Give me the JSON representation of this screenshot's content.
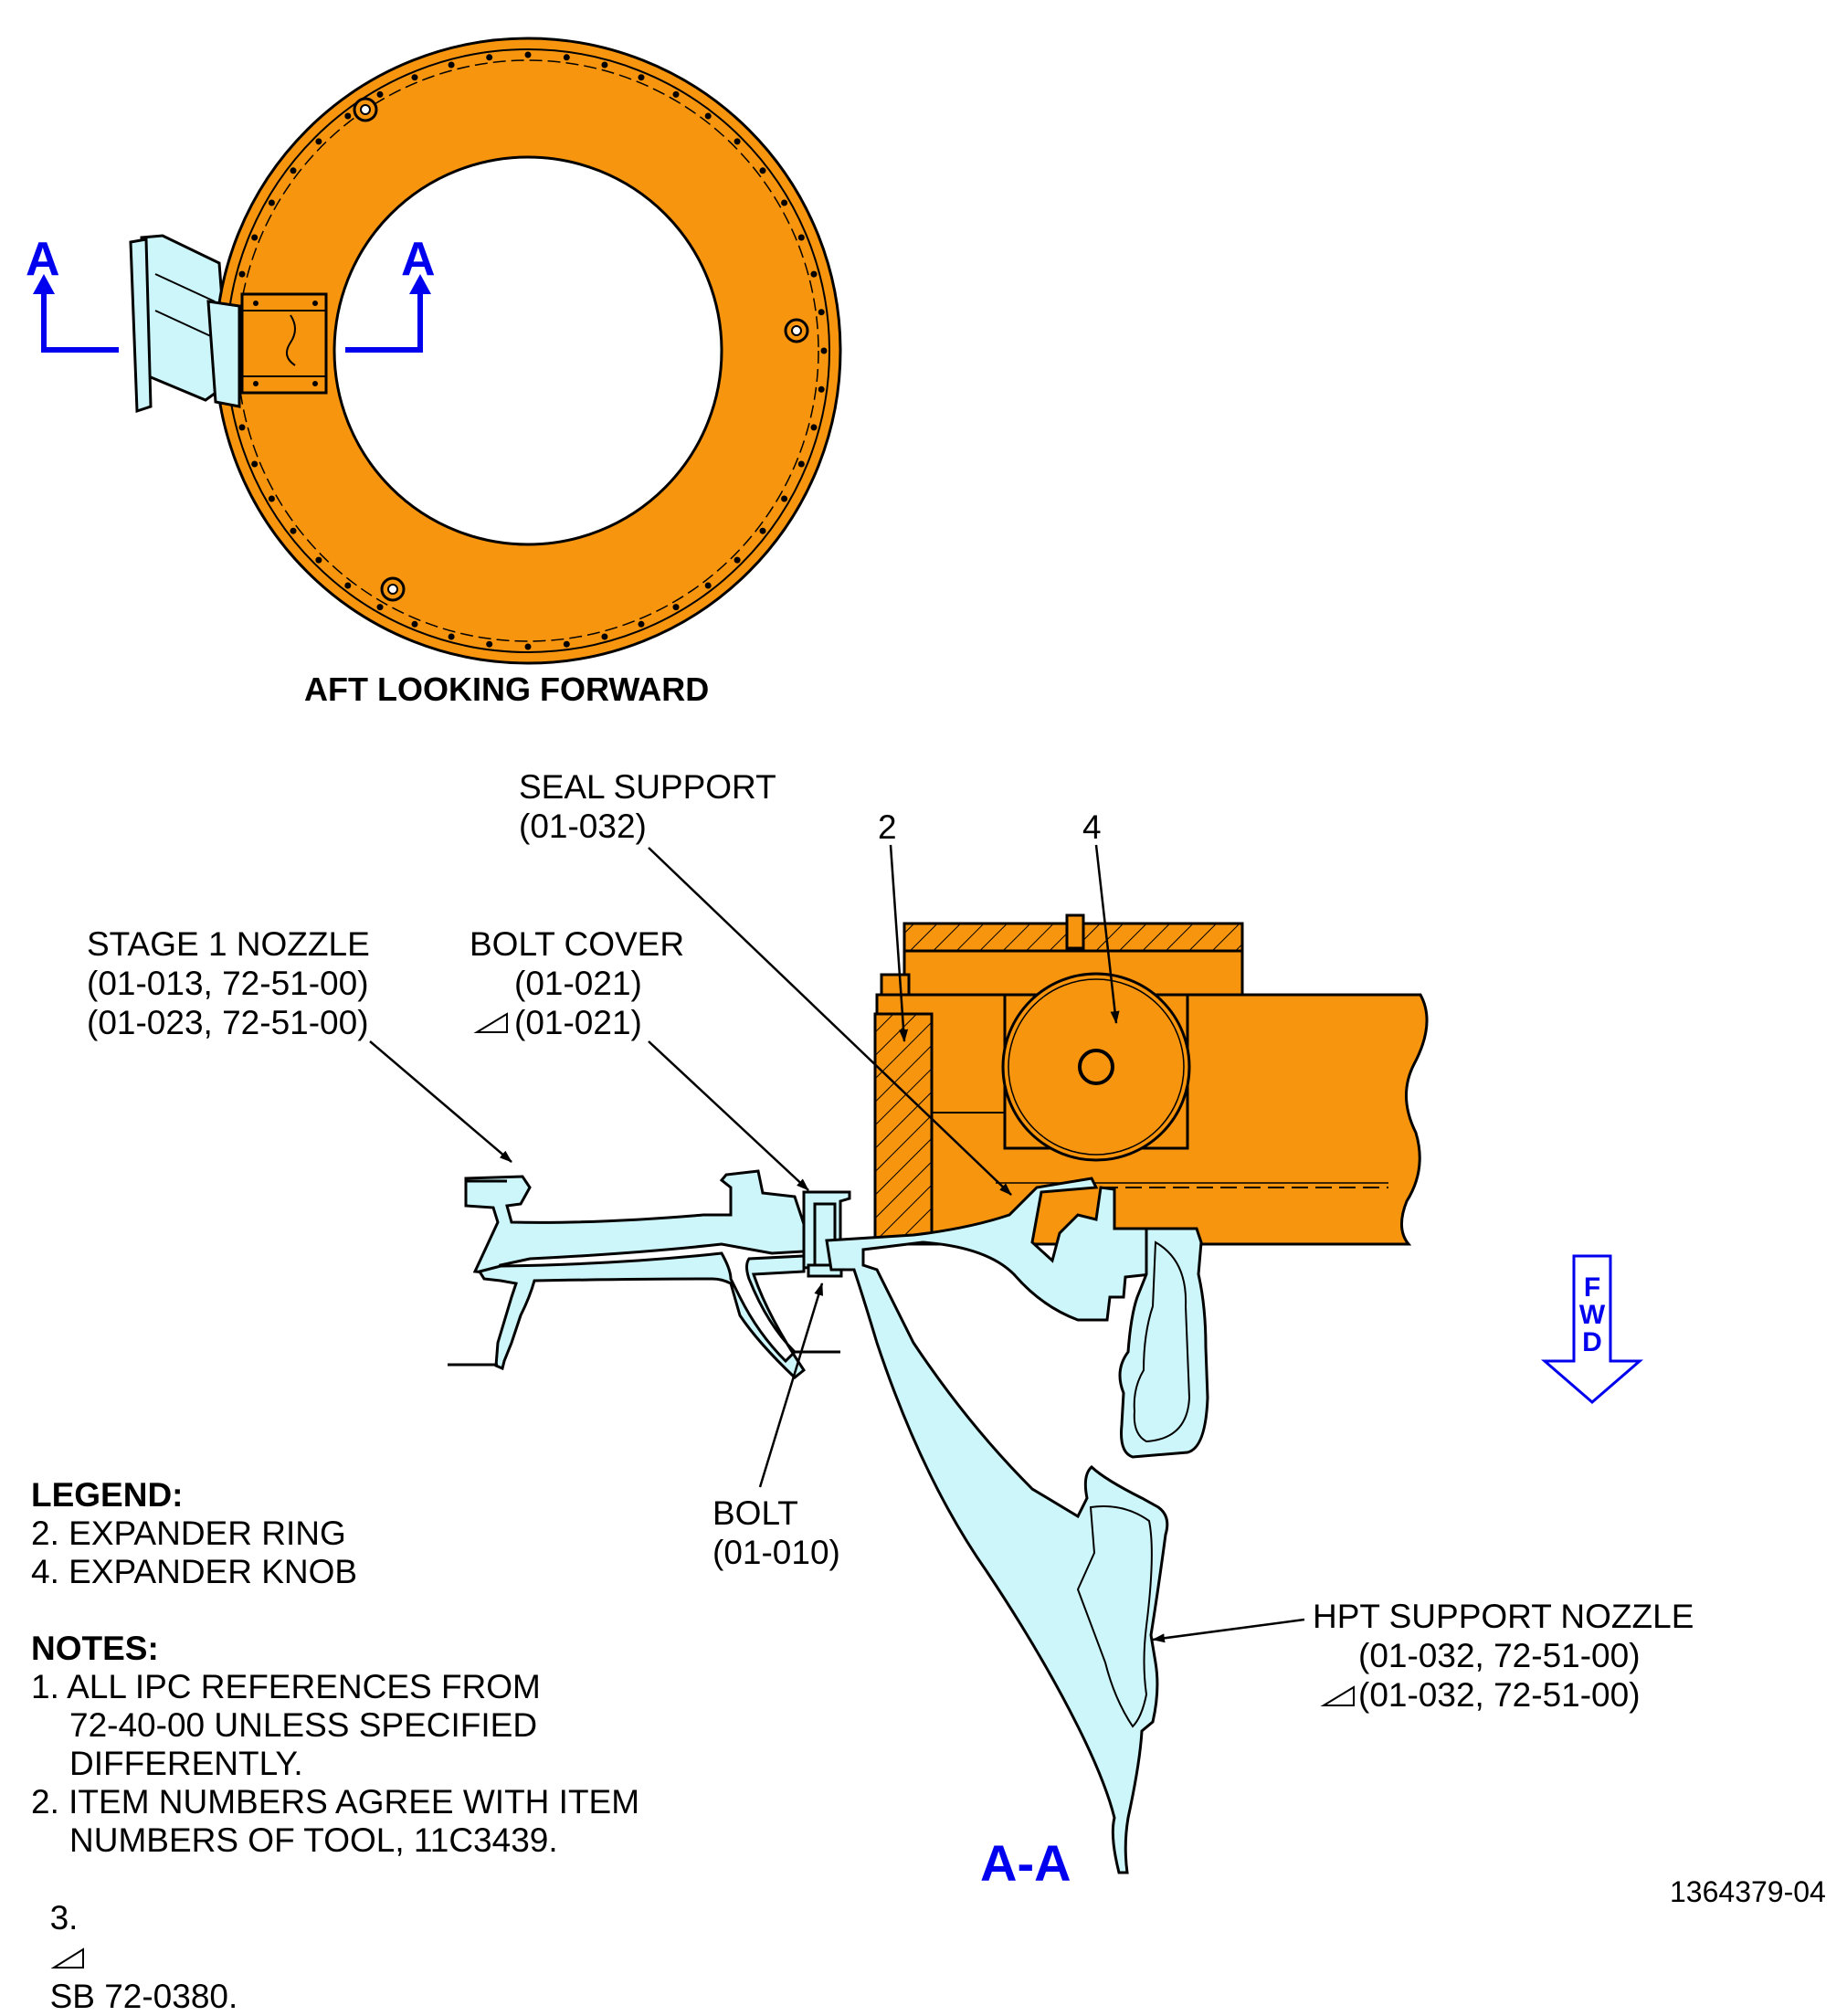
{
  "view_title": "AFT LOOKING FORWARD",
  "section_marks": {
    "left": "A",
    "right": "A",
    "section_title": "A-A"
  },
  "direction": {
    "label": [
      "F",
      "W",
      "D"
    ]
  },
  "callouts": {
    "seal_support": {
      "name": "SEAL SUPPORT",
      "ref": "(01-032)"
    },
    "item_2": "2",
    "item_4": "4",
    "stage1_nozzle": {
      "name": "STAGE 1 NOZZLE",
      "ref1": "(01-013, 72-51-00)",
      "ref2": "(01-023, 72-51-00)"
    },
    "bolt_cover": {
      "name": "BOLT COVER",
      "ref1": "(01-021)",
      "ref2": "(01-021)"
    },
    "bolt": {
      "name": "BOLT",
      "ref": "(01-010)"
    },
    "hpt_support_nozzle": {
      "name": "HPT SUPPORT NOZZLE",
      "ref1": "(01-032, 72-51-00)",
      "ref2": "(01-032, 72-51-00)"
    }
  },
  "legend": {
    "title": "LEGEND:",
    "items": [
      "2. EXPANDER RING",
      "4. EXPANDER KNOB"
    ]
  },
  "notes": {
    "title": "NOTES:",
    "n1_line1": "1. ALL IPC REFERENCES FROM",
    "n1_line2": "72-40-00 UNLESS SPECIFIED",
    "n1_line3": "DIFFERENTLY.",
    "n2_line1": "2. ITEM NUMBERS AGREE WITH ITEM",
    "n2_line2": "NUMBERS OF TOOL, 11C3439.",
    "n3_prefix": "3.",
    "n3_text": "SB 72-0380."
  },
  "figure_id": "1364379-04",
  "colors": {
    "tool_orange": "#f7950f",
    "part_cyan": "#cdf6fa",
    "section_blue": "#0000ee",
    "line": "#000000"
  }
}
